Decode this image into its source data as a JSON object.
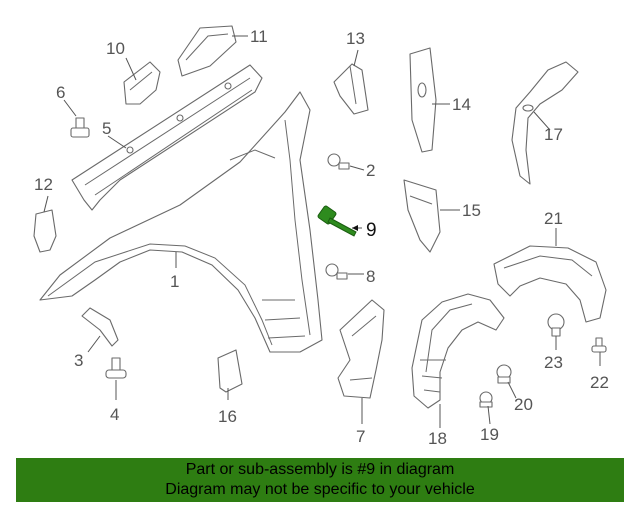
{
  "diagram": {
    "callouts": [
      {
        "id": "1",
        "label": "1"
      },
      {
        "id": "2",
        "label": "2"
      },
      {
        "id": "3",
        "label": "3"
      },
      {
        "id": "4",
        "label": "4"
      },
      {
        "id": "5",
        "label": "5"
      },
      {
        "id": "6",
        "label": "6"
      },
      {
        "id": "7",
        "label": "7"
      },
      {
        "id": "8",
        "label": "8"
      },
      {
        "id": "9",
        "label": "9"
      },
      {
        "id": "10",
        "label": "10"
      },
      {
        "id": "11",
        "label": "11"
      },
      {
        "id": "12",
        "label": "12"
      },
      {
        "id": "13",
        "label": "13"
      },
      {
        "id": "14",
        "label": "14"
      },
      {
        "id": "15",
        "label": "15"
      },
      {
        "id": "16",
        "label": "16"
      },
      {
        "id": "17",
        "label": "17"
      },
      {
        "id": "18",
        "label": "18"
      },
      {
        "id": "19",
        "label": "19"
      },
      {
        "id": "20",
        "label": "20"
      },
      {
        "id": "21",
        "label": "21"
      },
      {
        "id": "22",
        "label": "22"
      },
      {
        "id": "23",
        "label": "23"
      }
    ],
    "highlighted_part": "9",
    "colors": {
      "highlight": "#2e8b1e",
      "line": "#6a6a6a",
      "banner": "#2e7d12"
    }
  },
  "footer": {
    "line1": "Part or sub-assembly is #9 in diagram",
    "line2": "Diagram may not be specific to your vehicle"
  }
}
